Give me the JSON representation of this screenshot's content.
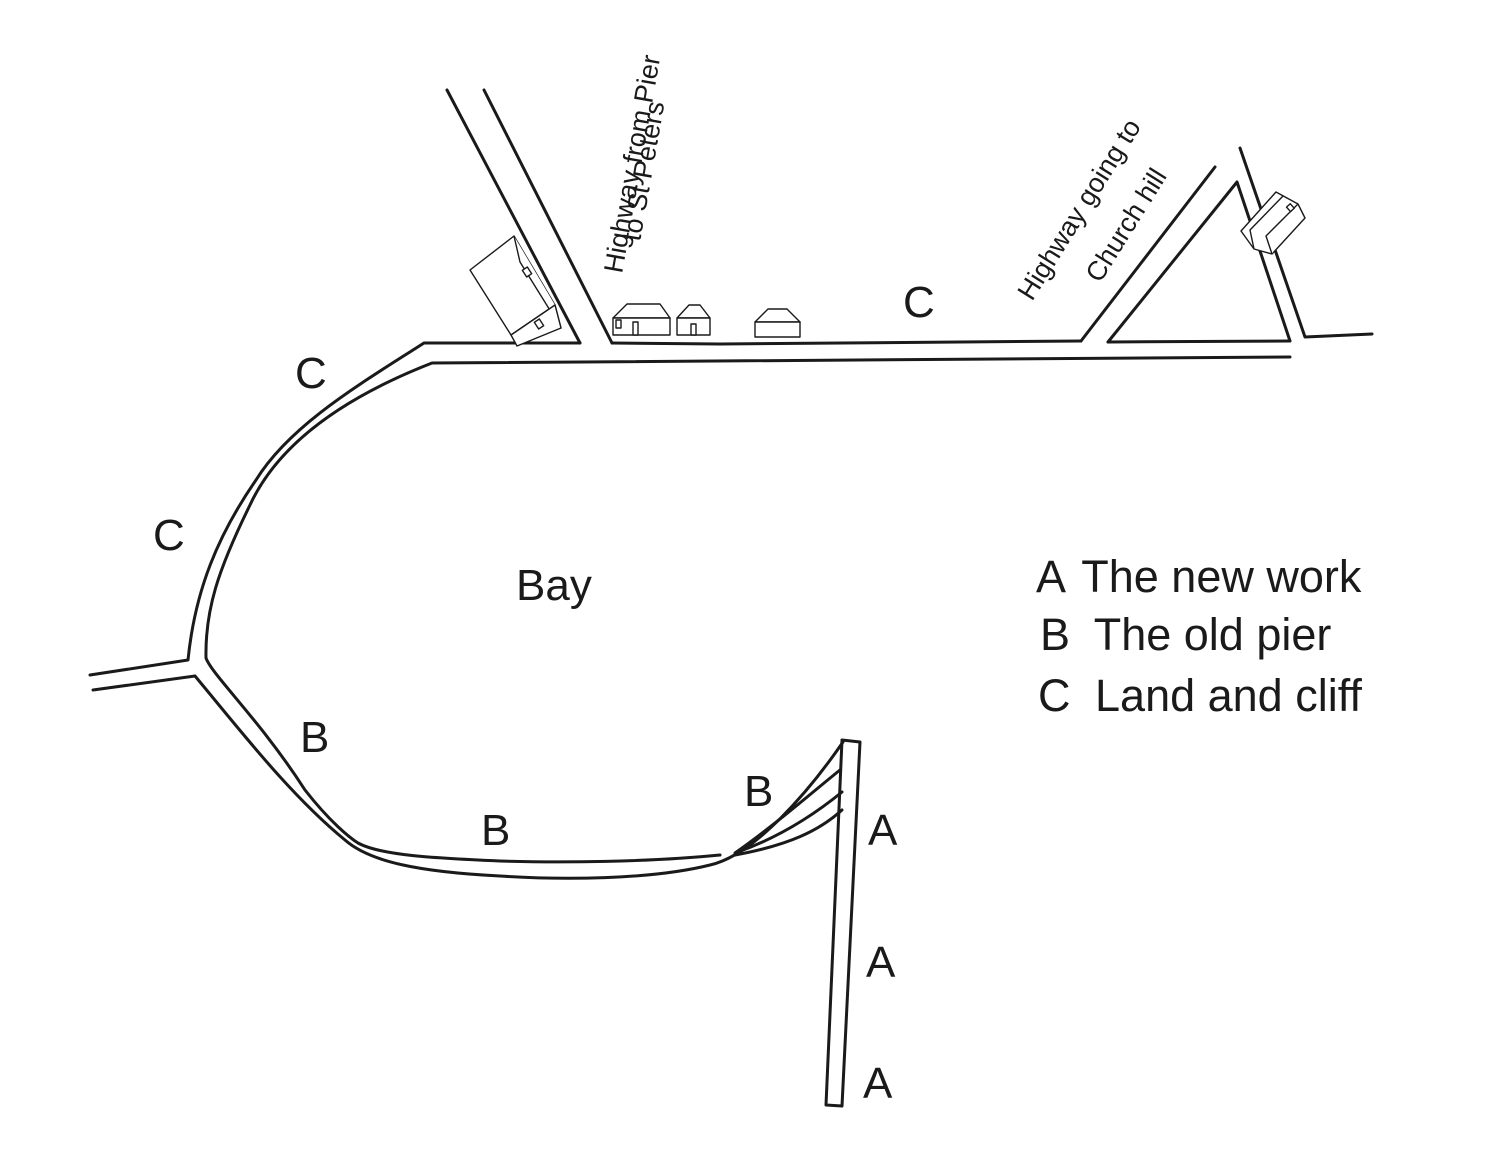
{
  "map": {
    "bay_label": "Bay",
    "road_labels": {
      "st_peters_line1": "Highway from Pier",
      "st_peters_line2": "to  St Peters",
      "church_hill_line1": "Highway going to",
      "church_hill_line2": "Church hill"
    },
    "markers": {
      "c_top": "C",
      "c_bend_upper": "C",
      "c_bend_lower": "C",
      "b_left": "B",
      "b_middle": "B",
      "b_right": "B",
      "a_upper": "A",
      "a_middle": "A",
      "a_lower": "A"
    },
    "legend": [
      {
        "letter": "A",
        "text": "The new work"
      },
      {
        "letter": "B",
        "text": "The old pier"
      },
      {
        "letter": "C",
        "text": "Land and cliff"
      }
    ],
    "colors": {
      "ink": "#1a1a1a",
      "background": "#ffffff"
    }
  }
}
